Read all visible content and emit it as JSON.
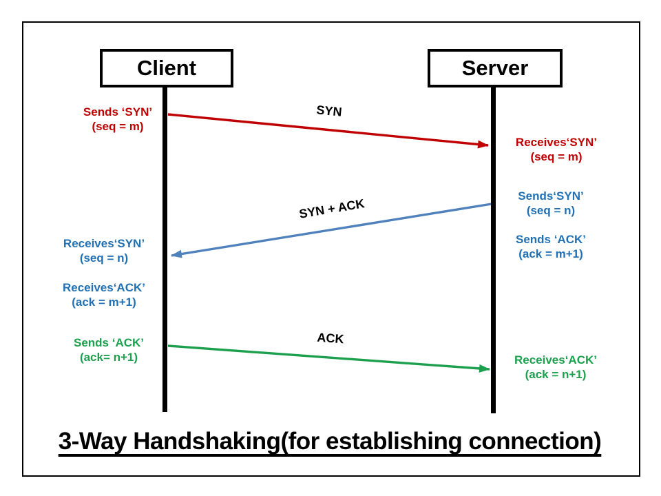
{
  "colors": {
    "red": "#c00000",
    "blue_arrow": "#4f81bd",
    "blue_text": "#2170b3",
    "green": "#1ca04e",
    "black": "#000000"
  },
  "actors": {
    "client": "Client",
    "server": "Server"
  },
  "arrows": {
    "syn": "SYN",
    "syn_ack": "SYN + ACK",
    "ack": "ACK"
  },
  "notes": {
    "client_sends_syn": {
      "line1": "Sends ‘SYN’",
      "line2": "(seq = m)"
    },
    "server_receives_syn": {
      "line1": "Receives‘SYN’",
      "line2": "(seq = m)"
    },
    "server_sends_syn": {
      "line1": "Sends‘SYN’",
      "line2": "(seq = n)"
    },
    "server_sends_ack": {
      "line1": "Sends ‘ACK’",
      "line2": "(ack = m+1)"
    },
    "client_receives_syn": {
      "line1": "Receives‘SYN’",
      "line2": "(seq = n)"
    },
    "client_receives_ack": {
      "line1": "Receives‘ACK’",
      "line2": "(ack = m+1)"
    },
    "client_sends_ack": {
      "line1": "Sends ‘ACK’",
      "line2": "(ack= n+1)"
    },
    "server_receives_ack": {
      "line1": "Receives‘ACK’",
      "line2": "(ack = n+1)"
    }
  },
  "title": {
    "text": "3-Way Handshaking(for establishing connection)"
  }
}
